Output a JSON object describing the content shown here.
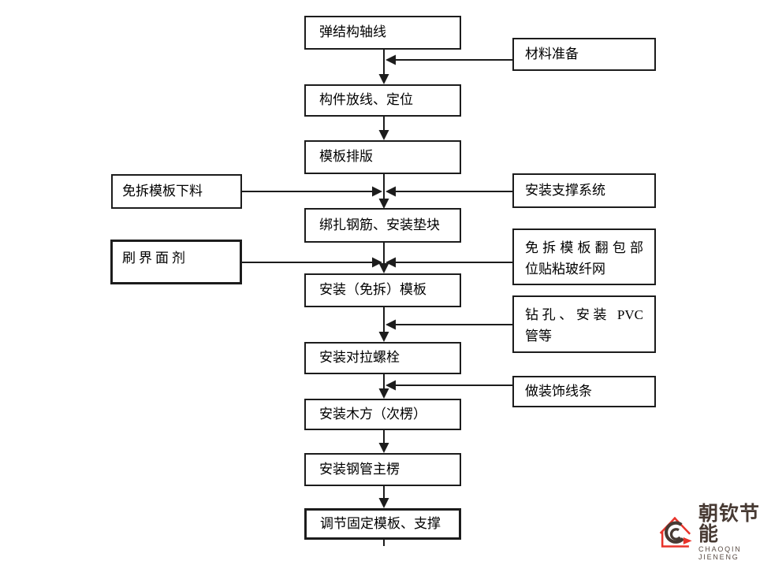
{
  "nodes": {
    "c1": "弹结构轴线",
    "c2": "构件放线、定位",
    "c3": "模板排版",
    "c4": "绑扎钢筋、安装垫块",
    "c5": "安装（免拆）模板",
    "c6": "安装对拉螺栓",
    "c7": "安装木方（次楞）",
    "c8": "安装钢管主楞",
    "c9": "调节固定模板、支撑",
    "l1": "免拆模板下料",
    "l2": "刷界面剂",
    "r1": "材料准备",
    "r2": "安装支撑系统",
    "r3_line1": "免拆模板翻包部",
    "r3_line2": "位贴粘玻纤网",
    "r4_line1": "钻孔、安装 PVC",
    "r4_line2": "管等",
    "r5": "做装饰线条"
  },
  "logo": {
    "name_cn": "朝钦节能",
    "name_en": "CHAOQIN JIENENG",
    "red": "#e8332a",
    "brown": "#473a33"
  },
  "colors": {
    "line": "#1c1c1c",
    "box_border": "#1c1c1c",
    "text": "#000000",
    "background": "#ffffff"
  }
}
